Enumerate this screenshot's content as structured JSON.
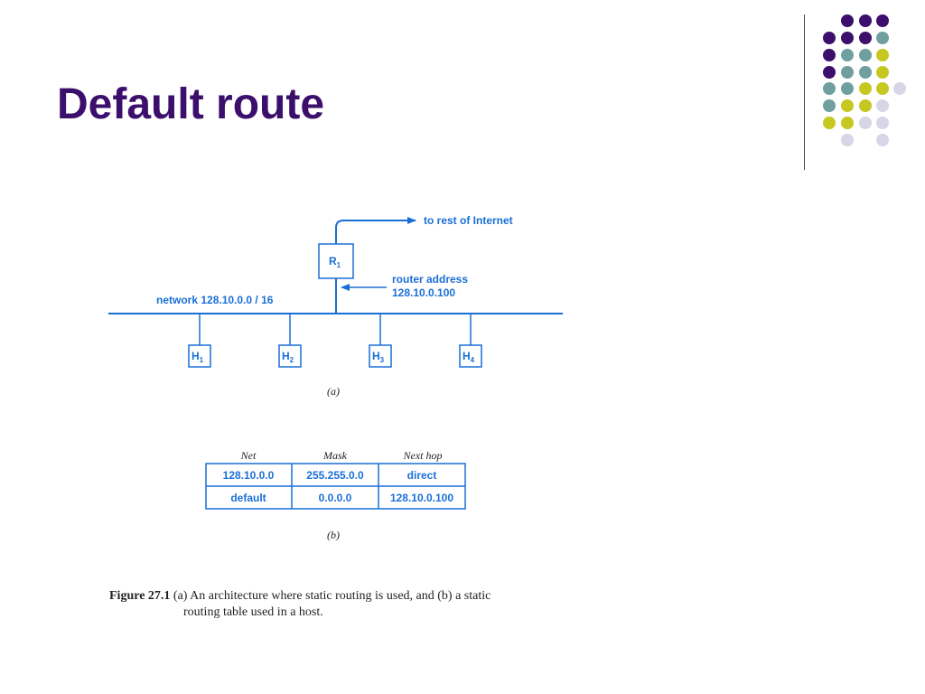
{
  "slide": {
    "title": "Default route",
    "accent_colors": [
      "#3b0f6b",
      "#6f9f9f",
      "#c7c722",
      "#d6d6e6"
    ]
  },
  "figure": {
    "internet_label": "to rest of Internet",
    "router_label": "R",
    "router_subscript": "1",
    "router_address_label": "router address",
    "router_address_value": "128.10.0.100",
    "network_label": "network 128.10.0.0 / 16",
    "hosts": [
      {
        "label": "H",
        "sub": "1"
      },
      {
        "label": "H",
        "sub": "2"
      },
      {
        "label": "H",
        "sub": "3"
      },
      {
        "label": "H",
        "sub": "4"
      }
    ],
    "part_a_label": "(a)",
    "part_b_label": "(b)",
    "routing_table": {
      "headers": [
        "Net",
        "Mask",
        "Next hop"
      ],
      "rows": [
        [
          "128.10.0.0",
          "255.255.0.0",
          "direct"
        ],
        [
          "default",
          "0.0.0.0",
          "128.10.0.100"
        ]
      ]
    }
  },
  "caption": {
    "figure_number": "Figure 27.1",
    "line1": "(a) An architecture where static routing is used, and (b) a static",
    "line2": "routing table used in a host."
  }
}
